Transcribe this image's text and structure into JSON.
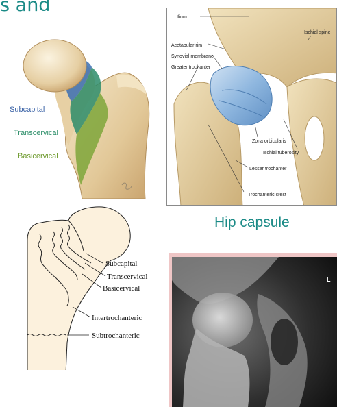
{
  "header": {
    "title_fragment": "s and"
  },
  "femur_colored": {
    "labels": {
      "subcapital": "Subcapital",
      "transcervical": "Transcervical",
      "basicervical": "Basicervical"
    },
    "colors": {
      "subcapital": "#3b6fb3",
      "transcervical": "#2d8c6a",
      "basicervical": "#7ea63a",
      "label_subcapital": "#3a62a6",
      "label_transcervical": "#2e8f6a",
      "label_basicervical": "#6e9a2e"
    }
  },
  "hip_anatomy": {
    "labels": {
      "ilium": "Ilium",
      "ischial_spine": "Ischial spine",
      "acetabular_rim": "Acetabular rim",
      "synovial_membrane": "Synovial membrane",
      "greater_trochanter": "Greater trochanter",
      "zona_orbicularis": "Zona orbicularis",
      "ischial_tuberosity": "Ischial tuberosity",
      "lesser_trochanter": "Lesser trochanter",
      "trochanteric_crest": "Trochanteric crest"
    }
  },
  "hip_capsule_caption": "Hip capsule",
  "femur_line": {
    "labels": {
      "subcapital": "Subcapital",
      "transcervical": "Transcervical",
      "basicervical": "Basicervical",
      "intertrochanteric": "Intertrochanteric",
      "subtrochanteric": "Subtrochanteric"
    }
  },
  "xray": {
    "marker": "L"
  }
}
